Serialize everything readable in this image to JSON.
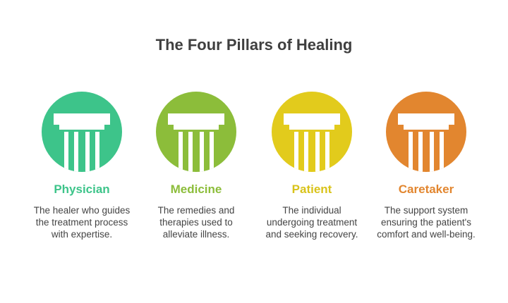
{
  "title": "The Four Pillars of Healing",
  "pillars": [
    {
      "name": "Physician",
      "description": "The healer who guides the treatment process with expertise.",
      "color": "#3dc48a",
      "name_color": "#3dc48a",
      "icon": "column-icon"
    },
    {
      "name": "Medicine",
      "description": "The remedies and therapies used to alleviate illness.",
      "color": "#8cbd3a",
      "name_color": "#8cbd3a",
      "icon": "column-icon"
    },
    {
      "name": "Patient",
      "description": "The individual undergoing treatment and seeking recovery.",
      "color": "#e2cb1c",
      "name_color": "#d9c31a",
      "icon": "column-icon"
    },
    {
      "name": "Caretaker",
      "description": "The support system ensuring the patient's comfort and well-being.",
      "color": "#e2862f",
      "name_color": "#e2862f",
      "icon": "column-icon"
    }
  ]
}
